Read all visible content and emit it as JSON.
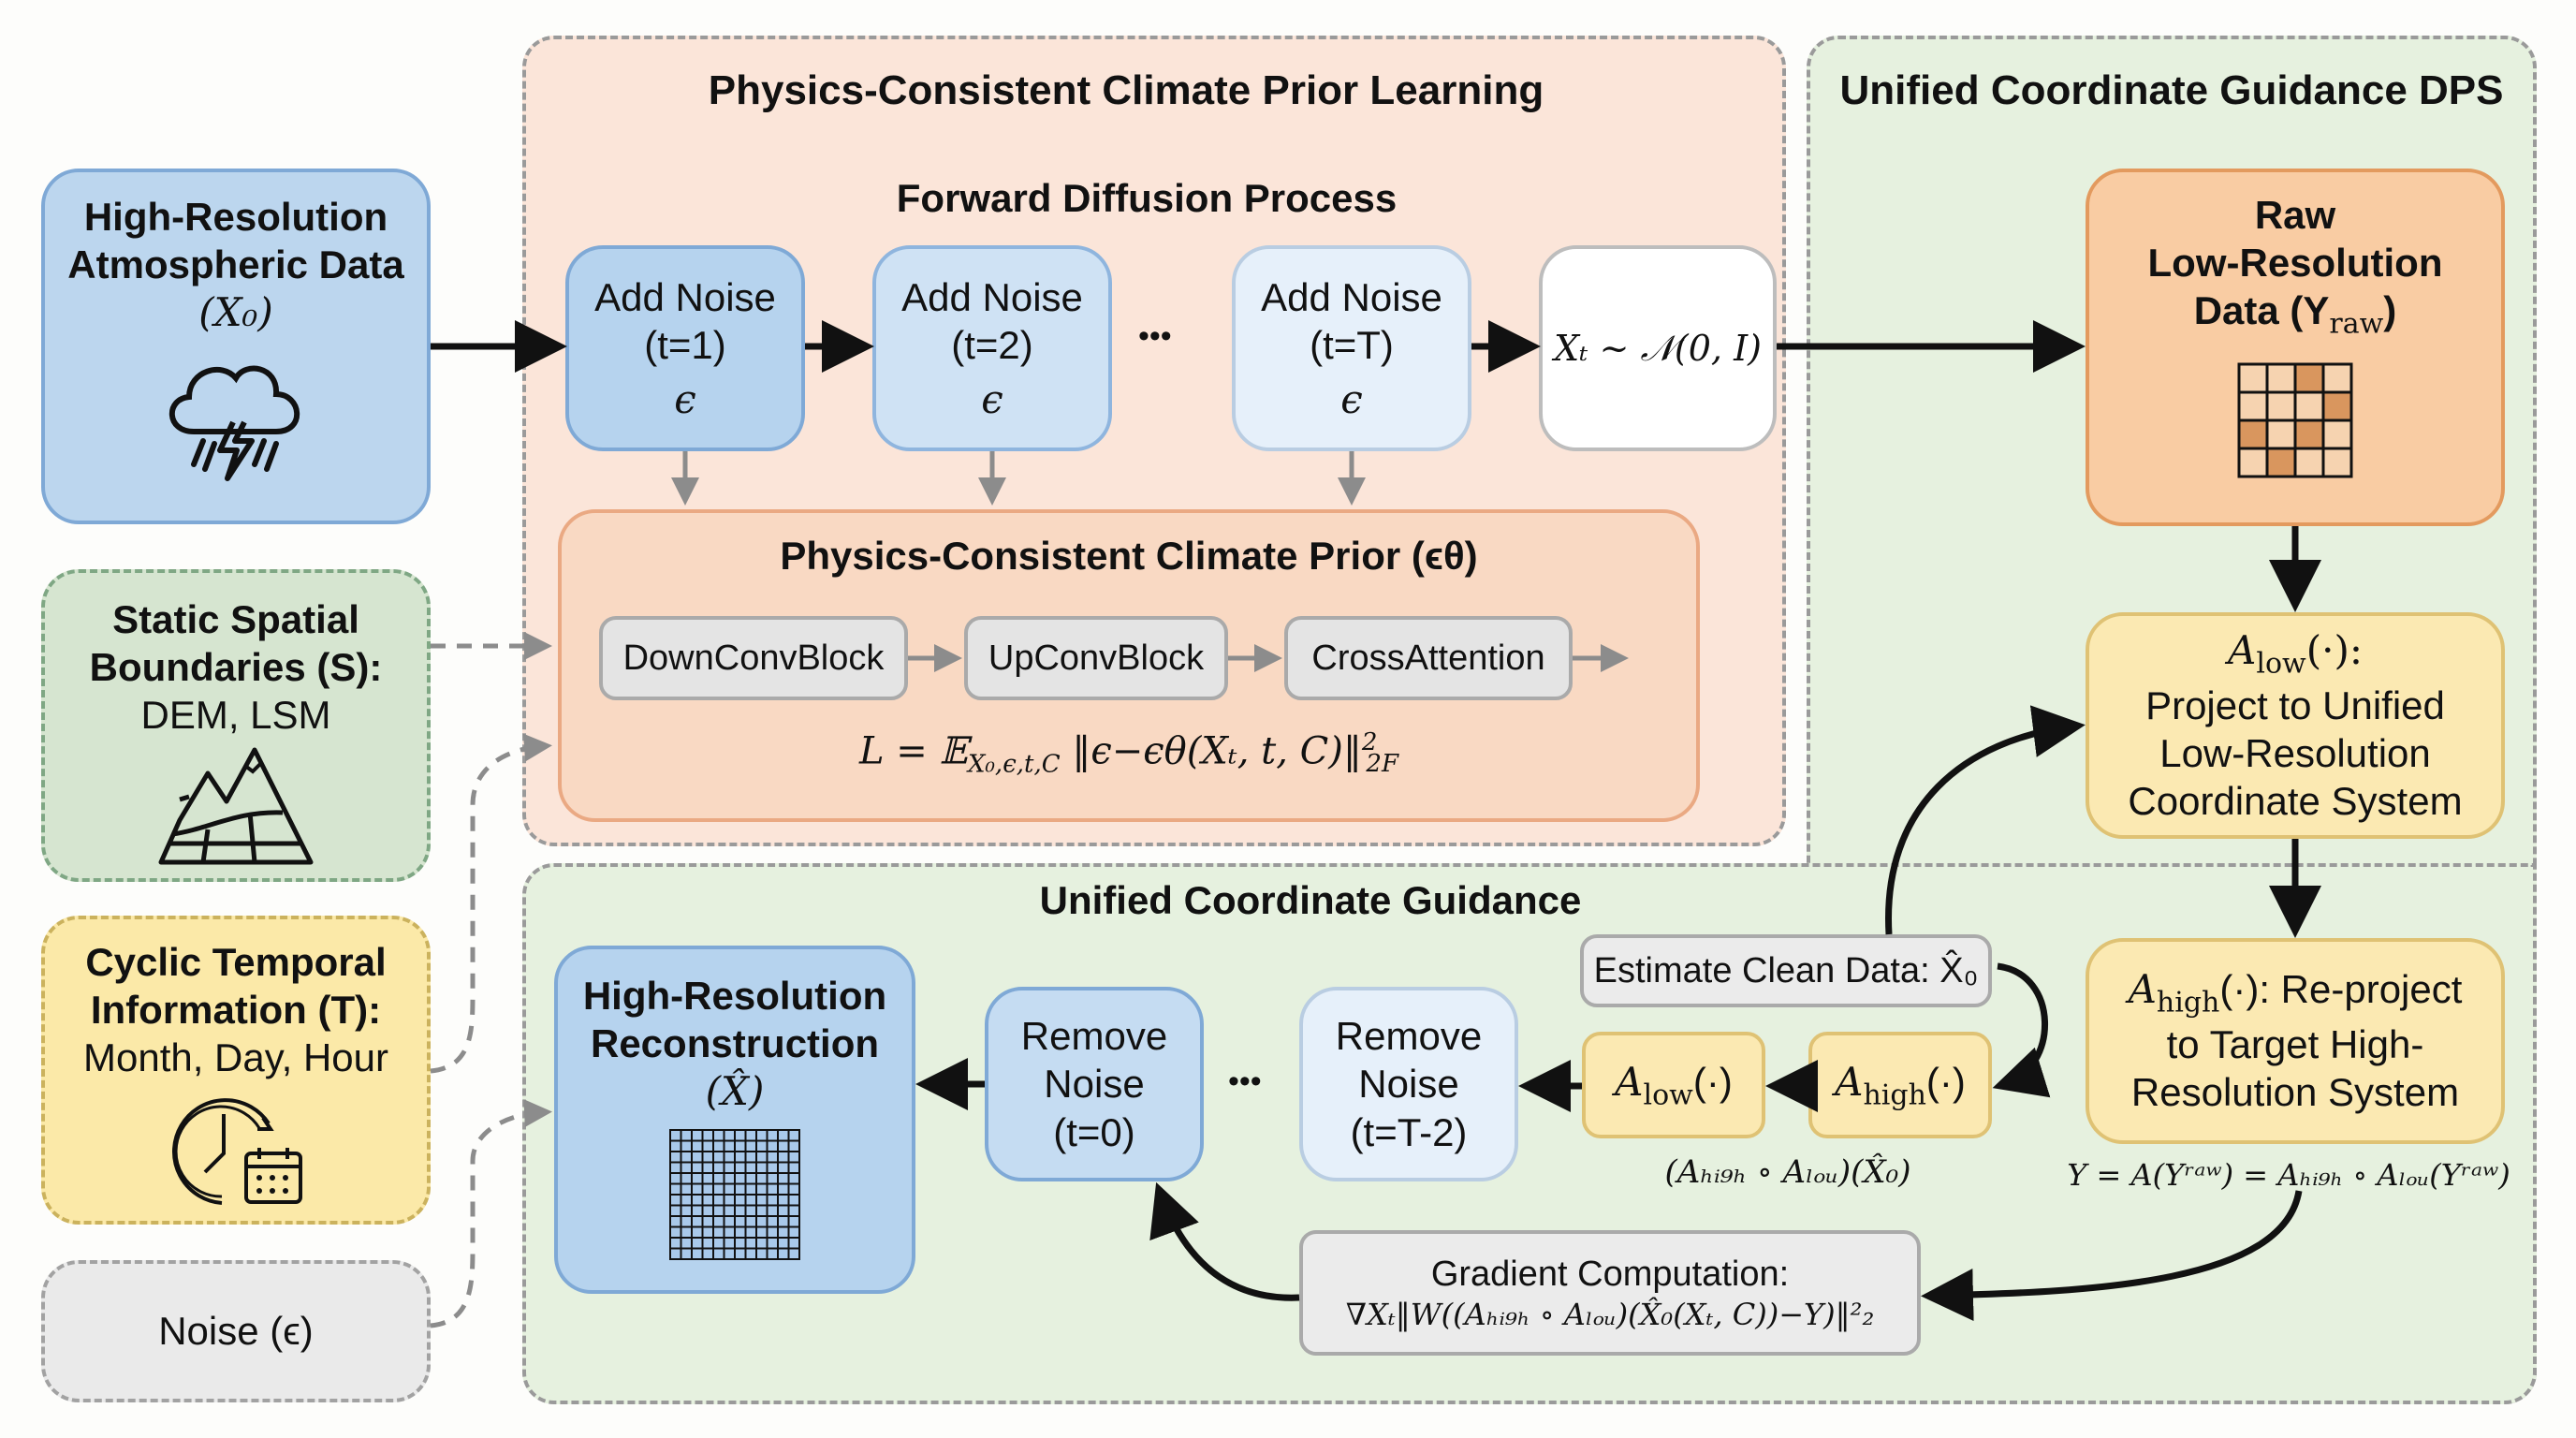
{
  "inputs": {
    "hr_data": {
      "line1": "High-Resolution",
      "line2": "Atmospheric Data",
      "symbol": "(X₀)",
      "icon": "storm-cloud-icon"
    },
    "static": {
      "line1": "Static Spatial",
      "line2": "Boundaries (S):",
      "line3": "DEM, LSM",
      "icon": "terrain-map-icon"
    },
    "temporal": {
      "line1": "Cyclic Temporal",
      "line2": "Information (T):",
      "line3": "Month, Day, Hour",
      "icon": "clock-calendar-icon"
    },
    "noise": {
      "label": "Noise (ϵ)"
    }
  },
  "prior_learning": {
    "title": "Physics-Consistent Climate Prior Learning",
    "forward_title": "Forward Diffusion Process",
    "steps": [
      {
        "label": "Add Noise",
        "t": "(t=1)",
        "eps": "ϵ"
      },
      {
        "label": "Add Noise",
        "t": "(t=2)",
        "eps": "ϵ"
      },
      {
        "label": "Add Noise",
        "t": "(t=T)",
        "eps": "ϵ"
      }
    ],
    "ellipsis": "•••",
    "final_state": "Xₜ ~ 𝒩(0, I)",
    "prior": {
      "title": "Physics-Consistent Climate Prior (ϵθ)",
      "blocks": [
        "DownConvBlock",
        "UpConvBlock",
        "CrossAttention"
      ],
      "loss": "L = 𝔼",
      "loss_sub": "X₀,ϵ,t,C",
      "loss_body": "‖ϵ−ϵθ(Xₜ, t, C)‖",
      "loss_sup": "2",
      "loss_norm_sub": "2F"
    }
  },
  "dps": {
    "title": "Unified Coordinate Guidance DPS",
    "raw": {
      "line1": "Raw",
      "line2": "Low-Resolution",
      "line3": "Data (Y",
      "sub": "raw",
      "close": ")",
      "icon": "low-res-grid-icon"
    },
    "a_low": {
      "sym": "A",
      "sub": "low",
      "tail": "(·):",
      "line1": "Project to Unified",
      "line2": "Low-Resolution",
      "line3": "Coordinate System"
    },
    "a_high": {
      "sym": "A",
      "sub": "high",
      "tail": "(·): Re-project",
      "line1": "to Target High-",
      "line2": "Resolution System"
    },
    "y_formula": "Y = A(Yʳᵃʷ) = Aₕᵢ₉ₕ ∘ Aₗₒᵤ(Yʳᵃʷ)"
  },
  "guidance": {
    "title": "Unified Coordinate Guidance",
    "reconstruction": {
      "line1": "High-Resolution",
      "line2": "Reconstruction",
      "symbol": "(X̂)",
      "icon": "high-res-grid-icon"
    },
    "remove_steps": [
      {
        "label1": "Remove",
        "label2": "Noise",
        "t": "(t=0)"
      },
      {
        "label1": "Remove",
        "label2": "Noise",
        "t": "(t=T-2)"
      }
    ],
    "ellipsis": "•••",
    "estimate": "Estimate Clean Data: X̂₀",
    "a_low_box": {
      "sym": "A",
      "sub": "low",
      "tail": "(·)"
    },
    "a_high_box": {
      "sym": "A",
      "sub": "high",
      "tail": "(·)"
    },
    "composition": "(Aₕᵢ₉ₕ ∘ Aₗₒᵤ)(X̂₀)",
    "gradient_title": "Gradient Computation:",
    "gradient_formula": "∇Xₜ‖W((Aₕᵢ₉ₕ ∘ Aₗₒᵤ)(X̂₀(Xₜ, C))−Y)‖²₂"
  },
  "colors": {
    "prior_panel": "#fbe5d9",
    "dps_panel": "#e6f1df",
    "blue": "#b6d3ee",
    "orange": "#f9cca3",
    "yellow": "#fbe9b2",
    "green_input": "#d6e5d0",
    "yellow_input": "#fbe9a8",
    "gray": "#e4e4e4"
  }
}
